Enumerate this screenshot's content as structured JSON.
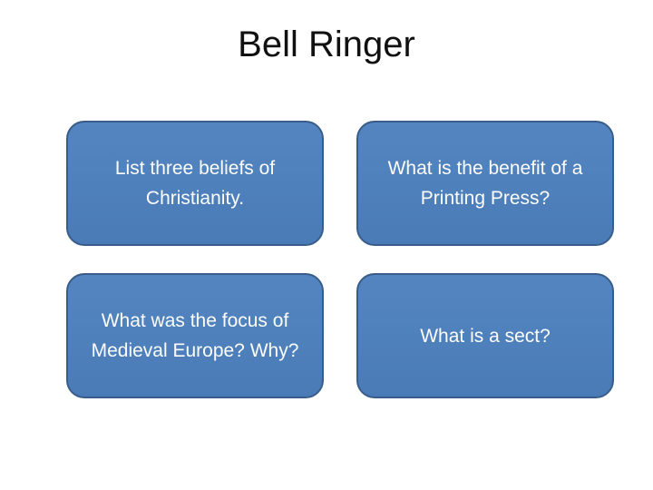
{
  "slide": {
    "title": "Bell Ringer",
    "colors": {
      "background": "#FFFFFF",
      "title_text": "#111111",
      "box_fill": "#4F81BD",
      "box_border": "#385D8A",
      "box_text": "#FFFFFF"
    },
    "boxes": [
      {
        "text": "List three beliefs of Christianity.",
        "lines": [
          "List three beliefs of",
          "Christianity."
        ]
      },
      {
        "text": "What is the benefit of a Printing Press?",
        "lines": [
          "What is the benefit of a",
          "Printing Press?"
        ]
      },
      {
        "text": "What was the focus of Medieval Europe? Why?",
        "lines": [
          "What was the focus of",
          "Medieval Europe? Why?"
        ]
      },
      {
        "text": "What is a sect?",
        "lines": [
          "What is a sect?"
        ]
      }
    ]
  }
}
